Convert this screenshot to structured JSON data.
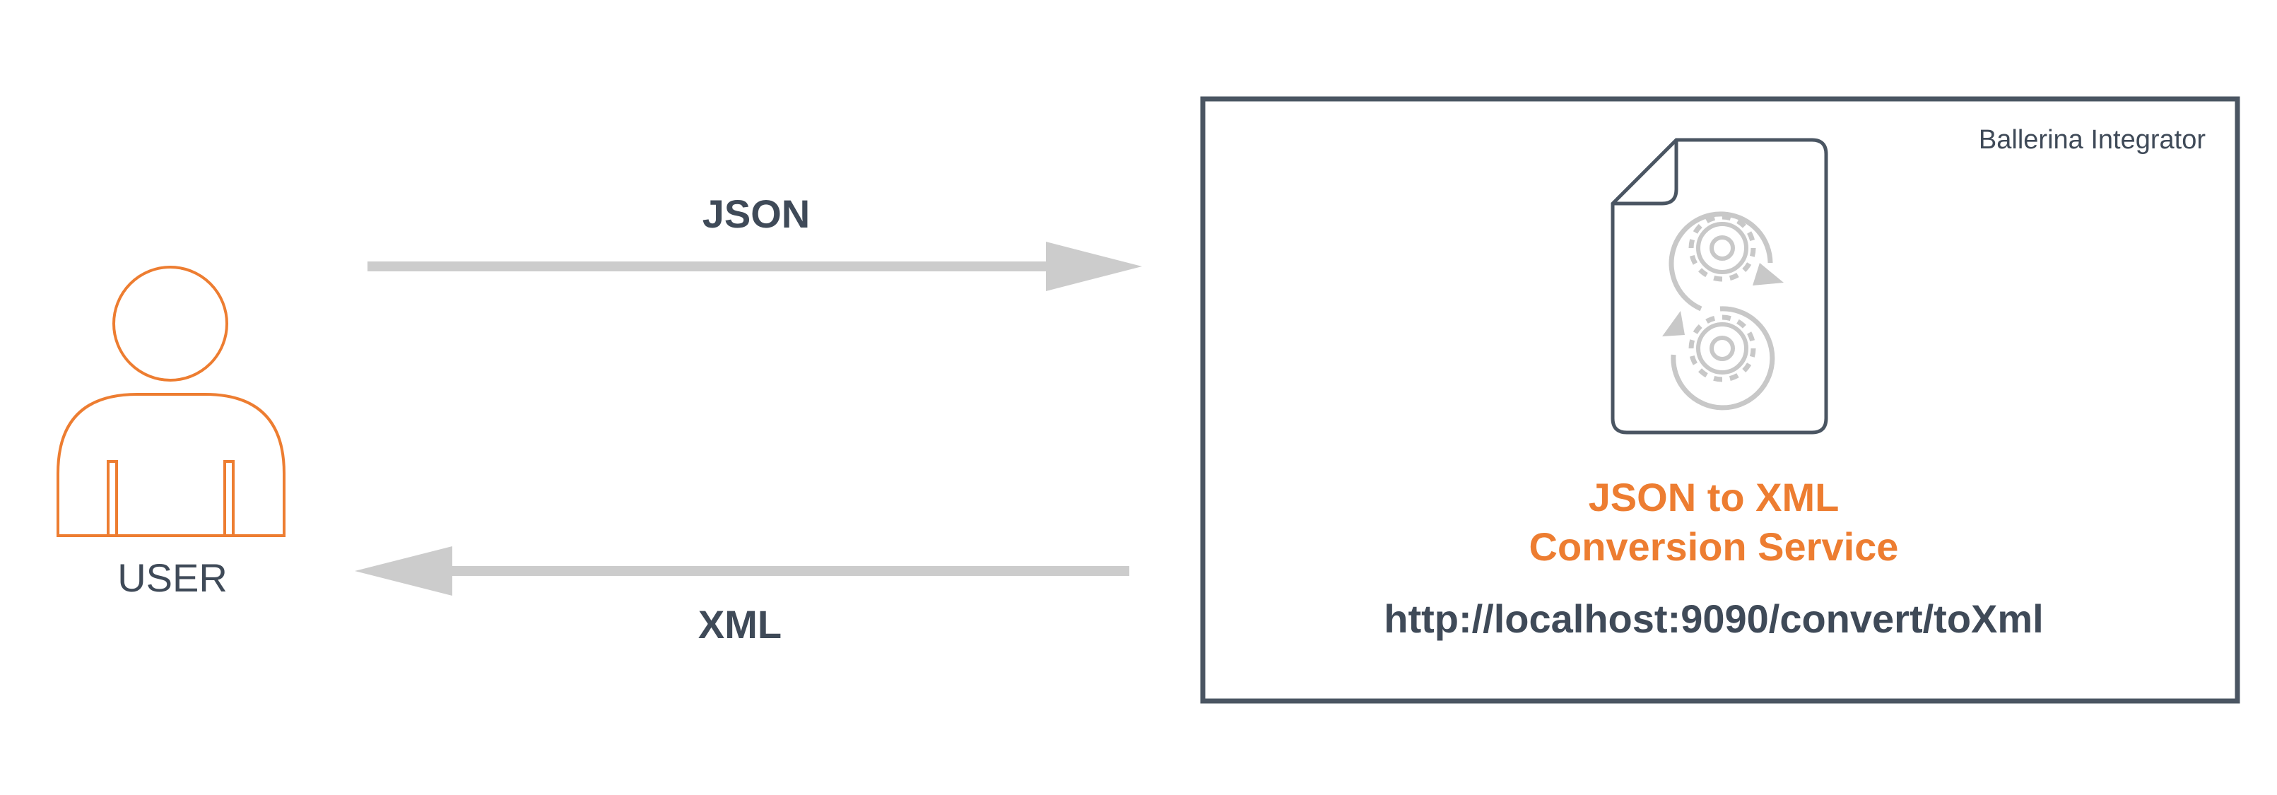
{
  "actor": {
    "label": "USER",
    "icon": "user-icon"
  },
  "request": {
    "label": "JSON"
  },
  "response": {
    "label": "XML"
  },
  "service": {
    "container_label": "Ballerina Integrator",
    "title_line1": "JSON to XML",
    "title_line2": "Conversion Service",
    "url": "http://localhost:9090/convert/toXml",
    "icon": "document-gears-icon"
  },
  "colors": {
    "accent": "#ed7d31",
    "text": "#3f4a58",
    "border": "#4a5562",
    "arrow": "#cccccc",
    "icon_stroke": "#c8c8c8"
  }
}
